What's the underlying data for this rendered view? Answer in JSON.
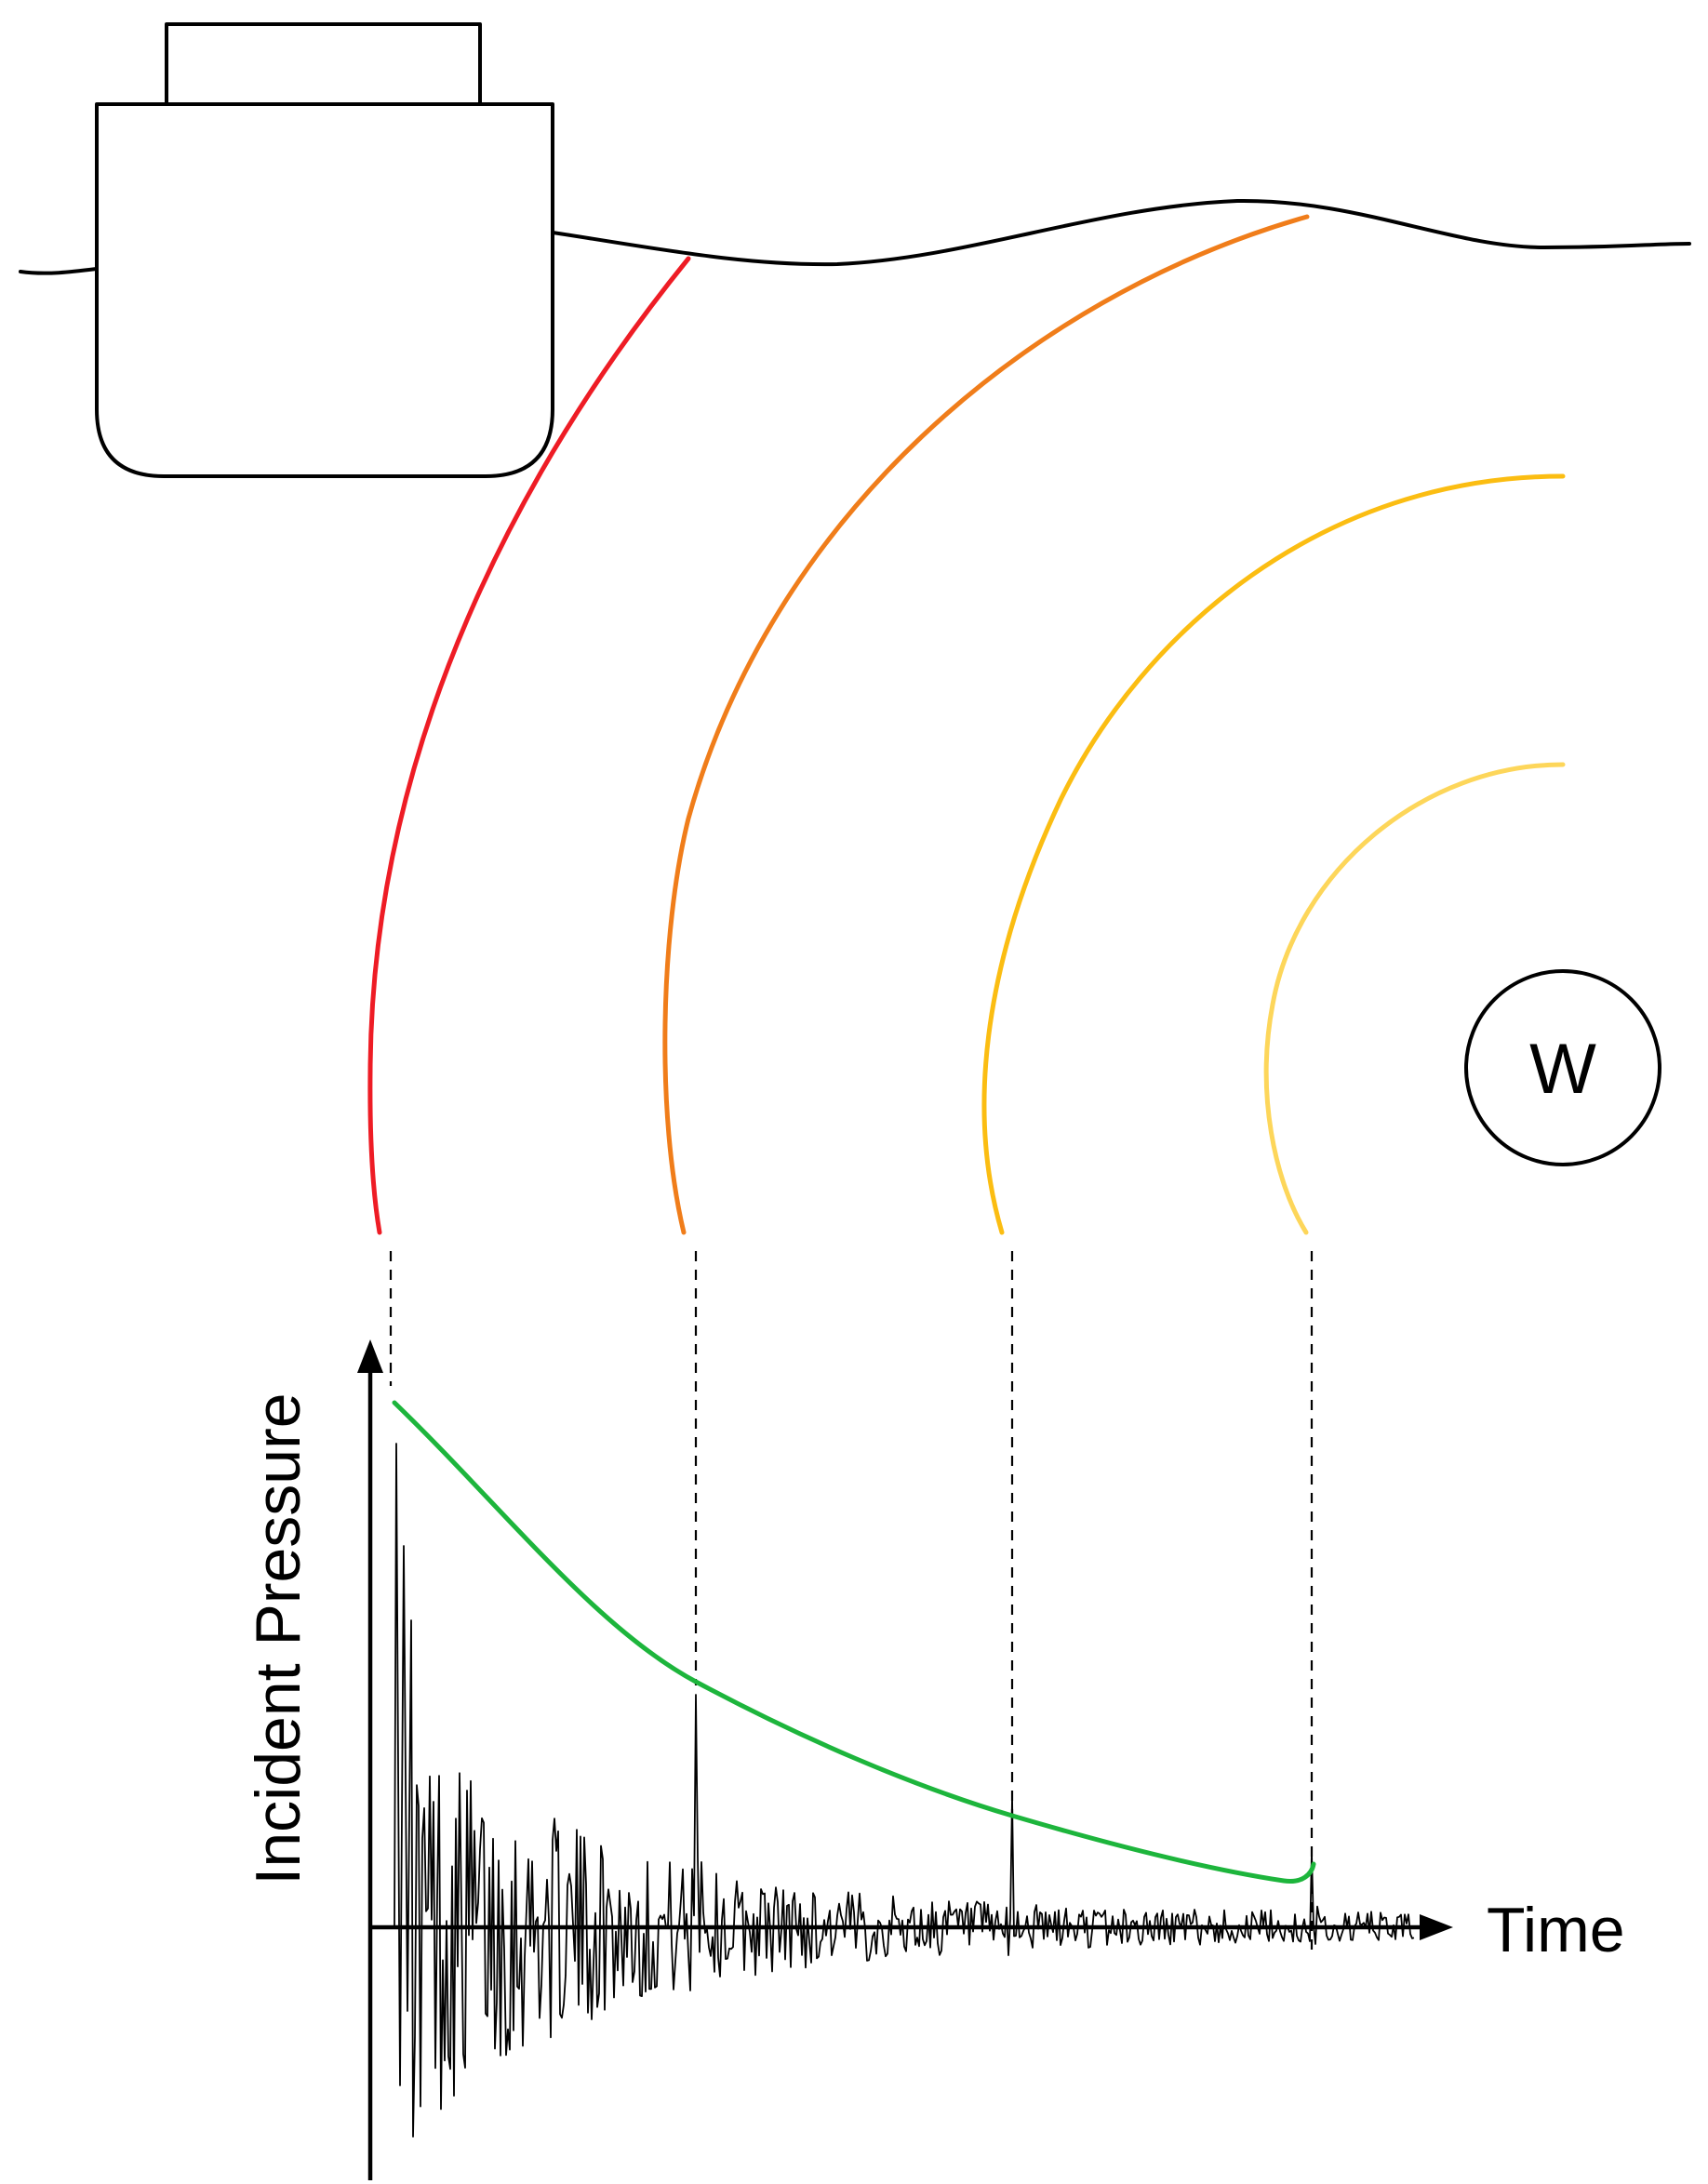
{
  "labels": {
    "target": "W",
    "y_axis": "Incident Pressure",
    "x_axis": "Time"
  },
  "colors": {
    "wavefront_1": "#ee1c25",
    "wavefront_2": "#f07d1a",
    "wavefront_3": "#fbbd12",
    "wavefront_4": "#fdd65a",
    "envelope": "#1db53c",
    "outline": "#000000"
  },
  "icons": {
    "vessel": "vessel-icon",
    "charge": "charge-icon"
  }
}
